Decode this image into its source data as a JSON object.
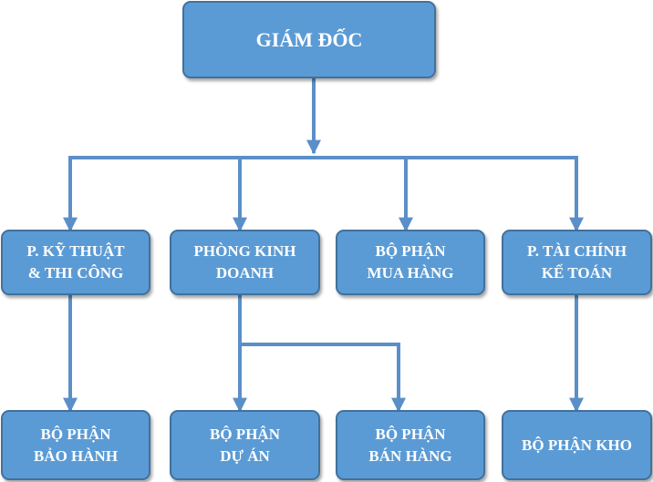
{
  "org_chart": {
    "director": {
      "lines": [
        "GIÁM ĐỐC"
      ]
    },
    "departments": [
      {
        "id": "technical",
        "lines": [
          "P. KỸ THUẬT",
          "& THI CÔNG"
        ]
      },
      {
        "id": "business",
        "lines": [
          "PHÒNG KINH",
          "DOANH"
        ]
      },
      {
        "id": "purchasing",
        "lines": [
          "BỘ PHẬN",
          "MUA HÀNG"
        ]
      },
      {
        "id": "finance",
        "lines": [
          "P. TÀI CHÍNH",
          "KẾ TOÁN"
        ]
      }
    ],
    "sub_units": [
      {
        "id": "warranty",
        "parent": "technical",
        "lines": [
          "BỘ PHẬN",
          "BẢO HÀNH"
        ]
      },
      {
        "id": "projects",
        "parent": "business",
        "lines": [
          "BỘ PHẬN",
          "DỰ ÁN"
        ]
      },
      {
        "id": "sales",
        "parent": "business",
        "lines": [
          "BỘ PHẬN",
          "BÁN HÀNG"
        ]
      },
      {
        "id": "warehouse",
        "parent": "finance",
        "lines": [
          "BỘ PHẬN KHO"
        ]
      }
    ]
  },
  "colors": {
    "box_fill": "#5b9bd5",
    "box_border": "#41719c",
    "connector": "#5b8fc7",
    "text": "#ffffff"
  }
}
